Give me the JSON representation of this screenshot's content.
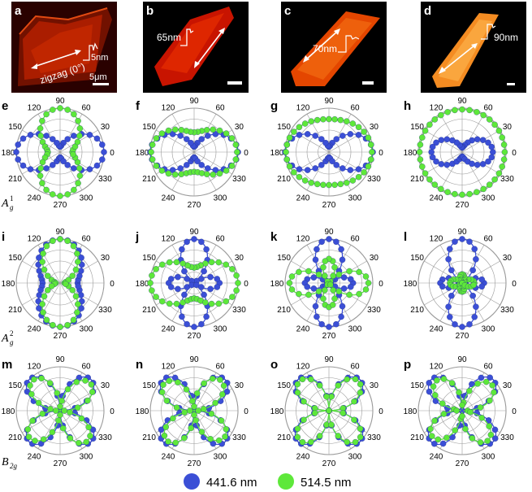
{
  "figure": {
    "image_panels": [
      {
        "letter": "a",
        "annotations": [
          "zigzag (0°)",
          "5nm",
          "5μm"
        ]
      },
      {
        "letter": "b",
        "annotations": [
          "65nm"
        ]
      },
      {
        "letter": "c",
        "annotations": [
          "70nm"
        ]
      },
      {
        "letter": "d",
        "annotations": [
          "90nm"
        ]
      }
    ],
    "row_labels": [
      "A_g^1",
      "A_g^2",
      "B_2g"
    ],
    "legend": [
      {
        "label": "441.6 nm",
        "color": "#3b4fd6"
      },
      {
        "label": "514.5 nm",
        "color": "#5ee83a"
      }
    ],
    "colors": {
      "blue": "#3b4fd6",
      "green": "#5ee83a",
      "grid": "#888888",
      "heat_dark": "#5a0800",
      "heat_mid": "#d92a00",
      "heat_light": "#ff8a1c"
    }
  },
  "chart_data": [
    {
      "panel": "e",
      "type": "polar",
      "mode": "Ag1",
      "angle_ticks": [
        0,
        30,
        60,
        90,
        120,
        150,
        180,
        210,
        240,
        270,
        300,
        330
      ],
      "series": [
        {
          "name": "441.6 nm",
          "color": "#3b4fd6",
          "A": 1.0,
          "B": 0.12,
          "C": 0.0,
          "phase": 0
        },
        {
          "name": "514.5 nm",
          "color": "#5ee83a",
          "A": 0.28,
          "B": 1.0,
          "C": 0.0,
          "phase": 0
        }
      ]
    },
    {
      "panel": "f",
      "type": "polar",
      "mode": "Ag1",
      "angle_ticks": [
        0,
        30,
        60,
        90,
        120,
        150,
        180,
        210,
        240,
        270,
        300,
        330
      ],
      "series": [
        {
          "name": "441.6 nm",
          "color": "#3b4fd6",
          "A": 1.0,
          "B": 0.12,
          "C": 0.0,
          "phase": 0
        },
        {
          "name": "514.5 nm",
          "color": "#5ee83a",
          "A": 0.98,
          "B": 0.45,
          "C": 0.0,
          "phase": 0
        }
      ]
    },
    {
      "panel": "g",
      "type": "polar",
      "mode": "Ag1",
      "angle_ticks": [
        0,
        30,
        60,
        90,
        120,
        150,
        180,
        210,
        240,
        270,
        300,
        330
      ],
      "series": [
        {
          "name": "441.6 nm",
          "color": "#3b4fd6",
          "A": 1.0,
          "B": 0.12,
          "C": 0.0,
          "phase": 0
        },
        {
          "name": "514.5 nm",
          "color": "#5ee83a",
          "A": 0.98,
          "B": 0.75,
          "C": 0.0,
          "phase": 0
        }
      ]
    },
    {
      "panel": "h",
      "type": "polar",
      "mode": "Ag1",
      "angle_ticks": [
        0,
        30,
        60,
        90,
        120,
        150,
        180,
        210,
        240,
        270,
        300,
        330
      ],
      "series": [
        {
          "name": "441.6 nm",
          "color": "#3b4fd6",
          "A": 0.7,
          "B": 0.1,
          "C": 0.0,
          "phase": 0
        },
        {
          "name": "514.5 nm",
          "color": "#5ee83a",
          "A": 0.97,
          "B": 0.97,
          "C": 0.0,
          "phase": 0
        }
      ]
    },
    {
      "panel": "i",
      "type": "polar",
      "mode": "Ag2",
      "angle_ticks": [
        0,
        30,
        60,
        90,
        120,
        150,
        180,
        210,
        240,
        270,
        300,
        330
      ],
      "series": [
        {
          "name": "441.6 nm",
          "color": "#3b4fd6",
          "A": 0.4,
          "B": 1.0,
          "C": 0.0,
          "phase": 0
        },
        {
          "name": "514.5 nm",
          "color": "#5ee83a",
          "A": 0.1,
          "B": 1.0,
          "C": 0.0,
          "phase": 0
        }
      ]
    },
    {
      "panel": "j",
      "type": "polar",
      "mode": "Ag2",
      "angle_ticks": [
        0,
        30,
        60,
        90,
        120,
        150,
        180,
        210,
        240,
        270,
        300,
        330
      ],
      "series": [
        {
          "name": "441.6 nm",
          "color": "#3b4fd6",
          "A": 0.58,
          "B": -1.0,
          "C": 0.0,
          "phase": 0
        },
        {
          "name": "514.5 nm",
          "color": "#5ee83a",
          "A": 1.0,
          "B": 0.35,
          "C": 0.0,
          "phase": 0
        }
      ]
    },
    {
      "panel": "k",
      "type": "polar",
      "mode": "Ag2",
      "angle_ticks": [
        0,
        30,
        60,
        90,
        120,
        150,
        180,
        210,
        240,
        270,
        300,
        330
      ],
      "series": [
        {
          "name": "441.6 nm",
          "color": "#3b4fd6",
          "A": 0.55,
          "B": -1.0,
          "C": 0.0,
          "phase": 0
        },
        {
          "name": "514.5 nm",
          "color": "#5ee83a",
          "A": 0.9,
          "B": -0.55,
          "C": 0.0,
          "phase": 0
        }
      ]
    },
    {
      "panel": "l",
      "type": "polar",
      "mode": "Ag2",
      "angle_ticks": [
        0,
        30,
        60,
        90,
        120,
        150,
        180,
        210,
        240,
        270,
        300,
        330
      ],
      "series": [
        {
          "name": "441.6 nm",
          "color": "#3b4fd6",
          "A": 0.5,
          "B": -1.0,
          "C": 0.0,
          "phase": 0
        },
        {
          "name": "514.5 nm",
          "color": "#5ee83a",
          "A": 0.28,
          "B": -0.2,
          "C": 0.0,
          "phase": 0
        }
      ]
    },
    {
      "panel": "m",
      "type": "polar",
      "mode": "B2g",
      "angle_ticks": [
        0,
        30,
        60,
        90,
        120,
        150,
        180,
        210,
        240,
        270,
        300,
        330
      ],
      "series": [
        {
          "name": "441.6 nm",
          "color": "#3b4fd6",
          "A": 0,
          "B": 0,
          "C": 1.0,
          "phase": 0
        },
        {
          "name": "514.5 nm",
          "color": "#5ee83a",
          "A": 0,
          "B": 0,
          "C": 0.93,
          "phase": 3
        }
      ]
    },
    {
      "panel": "n",
      "type": "polar",
      "mode": "B2g",
      "angle_ticks": [
        0,
        30,
        60,
        90,
        120,
        150,
        180,
        210,
        240,
        270,
        300,
        330
      ],
      "series": [
        {
          "name": "441.6 nm",
          "color": "#3b4fd6",
          "A": 0,
          "B": 0,
          "C": 1.0,
          "phase": 0
        },
        {
          "name": "514.5 nm",
          "color": "#5ee83a",
          "A": 0,
          "B": 0,
          "C": 0.92,
          "phase": -3
        }
      ]
    },
    {
      "panel": "o",
      "type": "polar",
      "mode": "B2g",
      "angle_ticks": [
        0,
        30,
        60,
        90,
        120,
        150,
        180,
        210,
        240,
        270,
        300,
        330
      ],
      "series": [
        {
          "name": "441.6 nm",
          "color": "#3b4fd6",
          "A": 0,
          "B": 0,
          "C": 1.0,
          "phase": 0
        },
        {
          "name": "514.5 nm",
          "color": "#5ee83a",
          "A": 0,
          "B": 0,
          "C": 0.95,
          "phase": 0
        }
      ]
    },
    {
      "panel": "p",
      "type": "polar",
      "mode": "B2g",
      "angle_ticks": [
        0,
        30,
        60,
        90,
        120,
        150,
        180,
        210,
        240,
        270,
        300,
        330
      ],
      "series": [
        {
          "name": "441.6 nm",
          "color": "#3b4fd6",
          "A": 0,
          "B": 0,
          "C": 1.0,
          "phase": 0
        },
        {
          "name": "514.5 nm",
          "color": "#5ee83a",
          "A": 0,
          "B": 0,
          "C": 0.9,
          "phase": 4
        }
      ]
    }
  ]
}
